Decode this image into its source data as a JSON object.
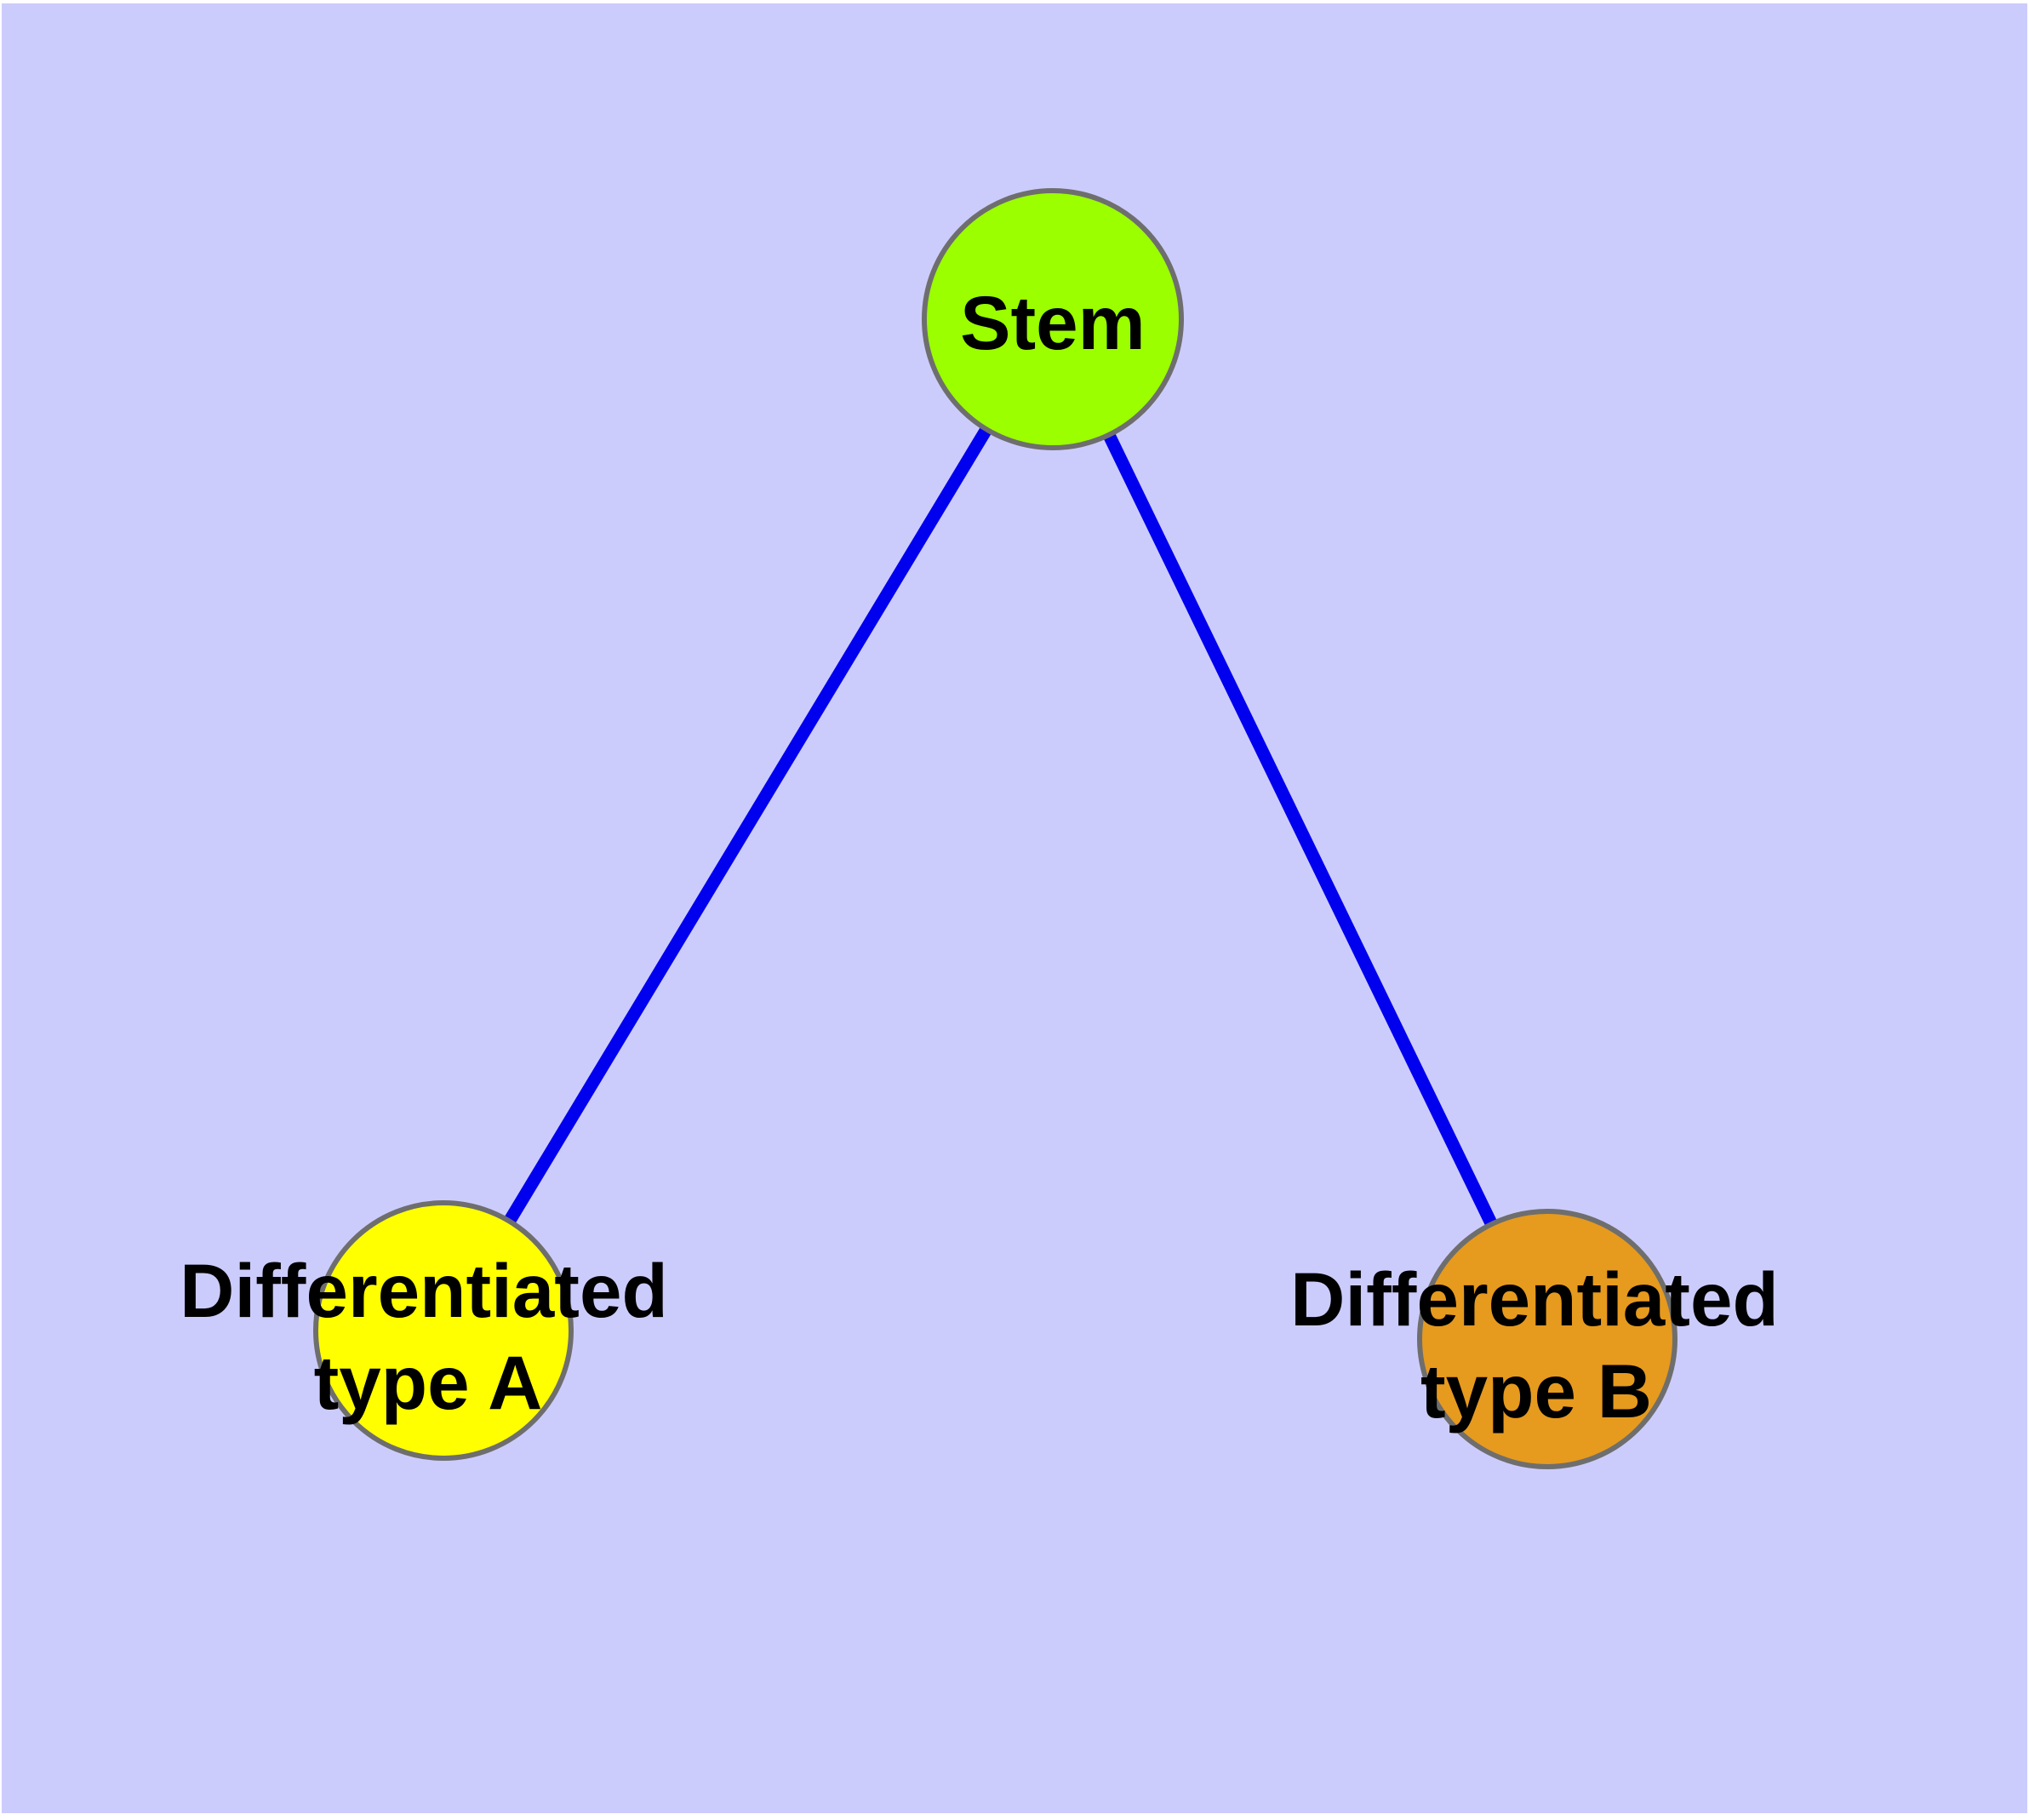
{
  "diagram": {
    "type": "graph",
    "description": "Stem cell differentiation tree: one stem node branching to two differentiated cell type nodes",
    "background_color": "#CCCCFC",
    "page_margin_color": "#FFFFFF",
    "edge_color": "#0000EE",
    "node_border_color": "#6E6E6E",
    "label_color": "#000000",
    "nodes": [
      {
        "id": "stem",
        "label": "Stem",
        "fill": "#9BFF00"
      },
      {
        "id": "differentiated-type-a",
        "label_line1": "Differentiated",
        "label_line2": "type A",
        "fill": "#FFFF00"
      },
      {
        "id": "differentiated-type-b",
        "label_line1": "Differentiated",
        "label_line2": "type B",
        "fill": "#E69A1E"
      }
    ],
    "edges": [
      {
        "from": "stem",
        "to": "differentiated-type-a"
      },
      {
        "from": "stem",
        "to": "differentiated-type-b"
      }
    ]
  }
}
